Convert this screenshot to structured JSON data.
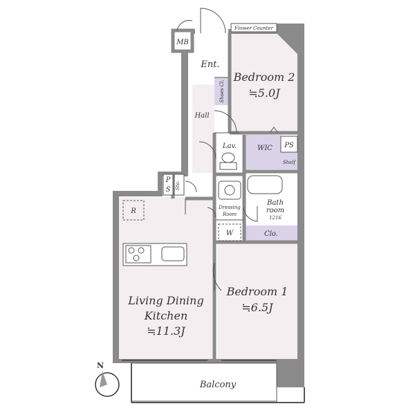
{
  "colors": {
    "wall": "#8a8a8a",
    "room_fill": "#f5eef0",
    "wet_fill": "#ffffff",
    "storage_fill": "#d9d2e9",
    "line": "#555555"
  },
  "labels": {
    "mb": "MB",
    "flower_counter": "Flower Counter",
    "ent": "Ent.",
    "shoes_cl": "Shoes Cl.",
    "hall": "Hall",
    "bedroom2_name": "Bedroom 2",
    "bedroom2_size": "≒5.0J",
    "lav": "Lav.",
    "wic": "WIC",
    "ps_top": "PS",
    "shelf": "Shelf",
    "ps_left_p": "P",
    "ps_left_s": "S",
    "sto": "Sto.",
    "refrigerator": "R",
    "dressing_room_1": "Dressing",
    "dressing_room_2": "Room",
    "bath_1": "Bath",
    "bath_2": "room",
    "bath_3": "1216",
    "washer": "W",
    "clo": "Clo.",
    "ldk_1": "Living Dining",
    "ldk_2": "Kitchen",
    "ldk_size": "≒11.3J",
    "bedroom1_name": "Bedroom 1",
    "bedroom1_size": "≒6.5J",
    "north": "N",
    "balcony": "Balcony"
  }
}
